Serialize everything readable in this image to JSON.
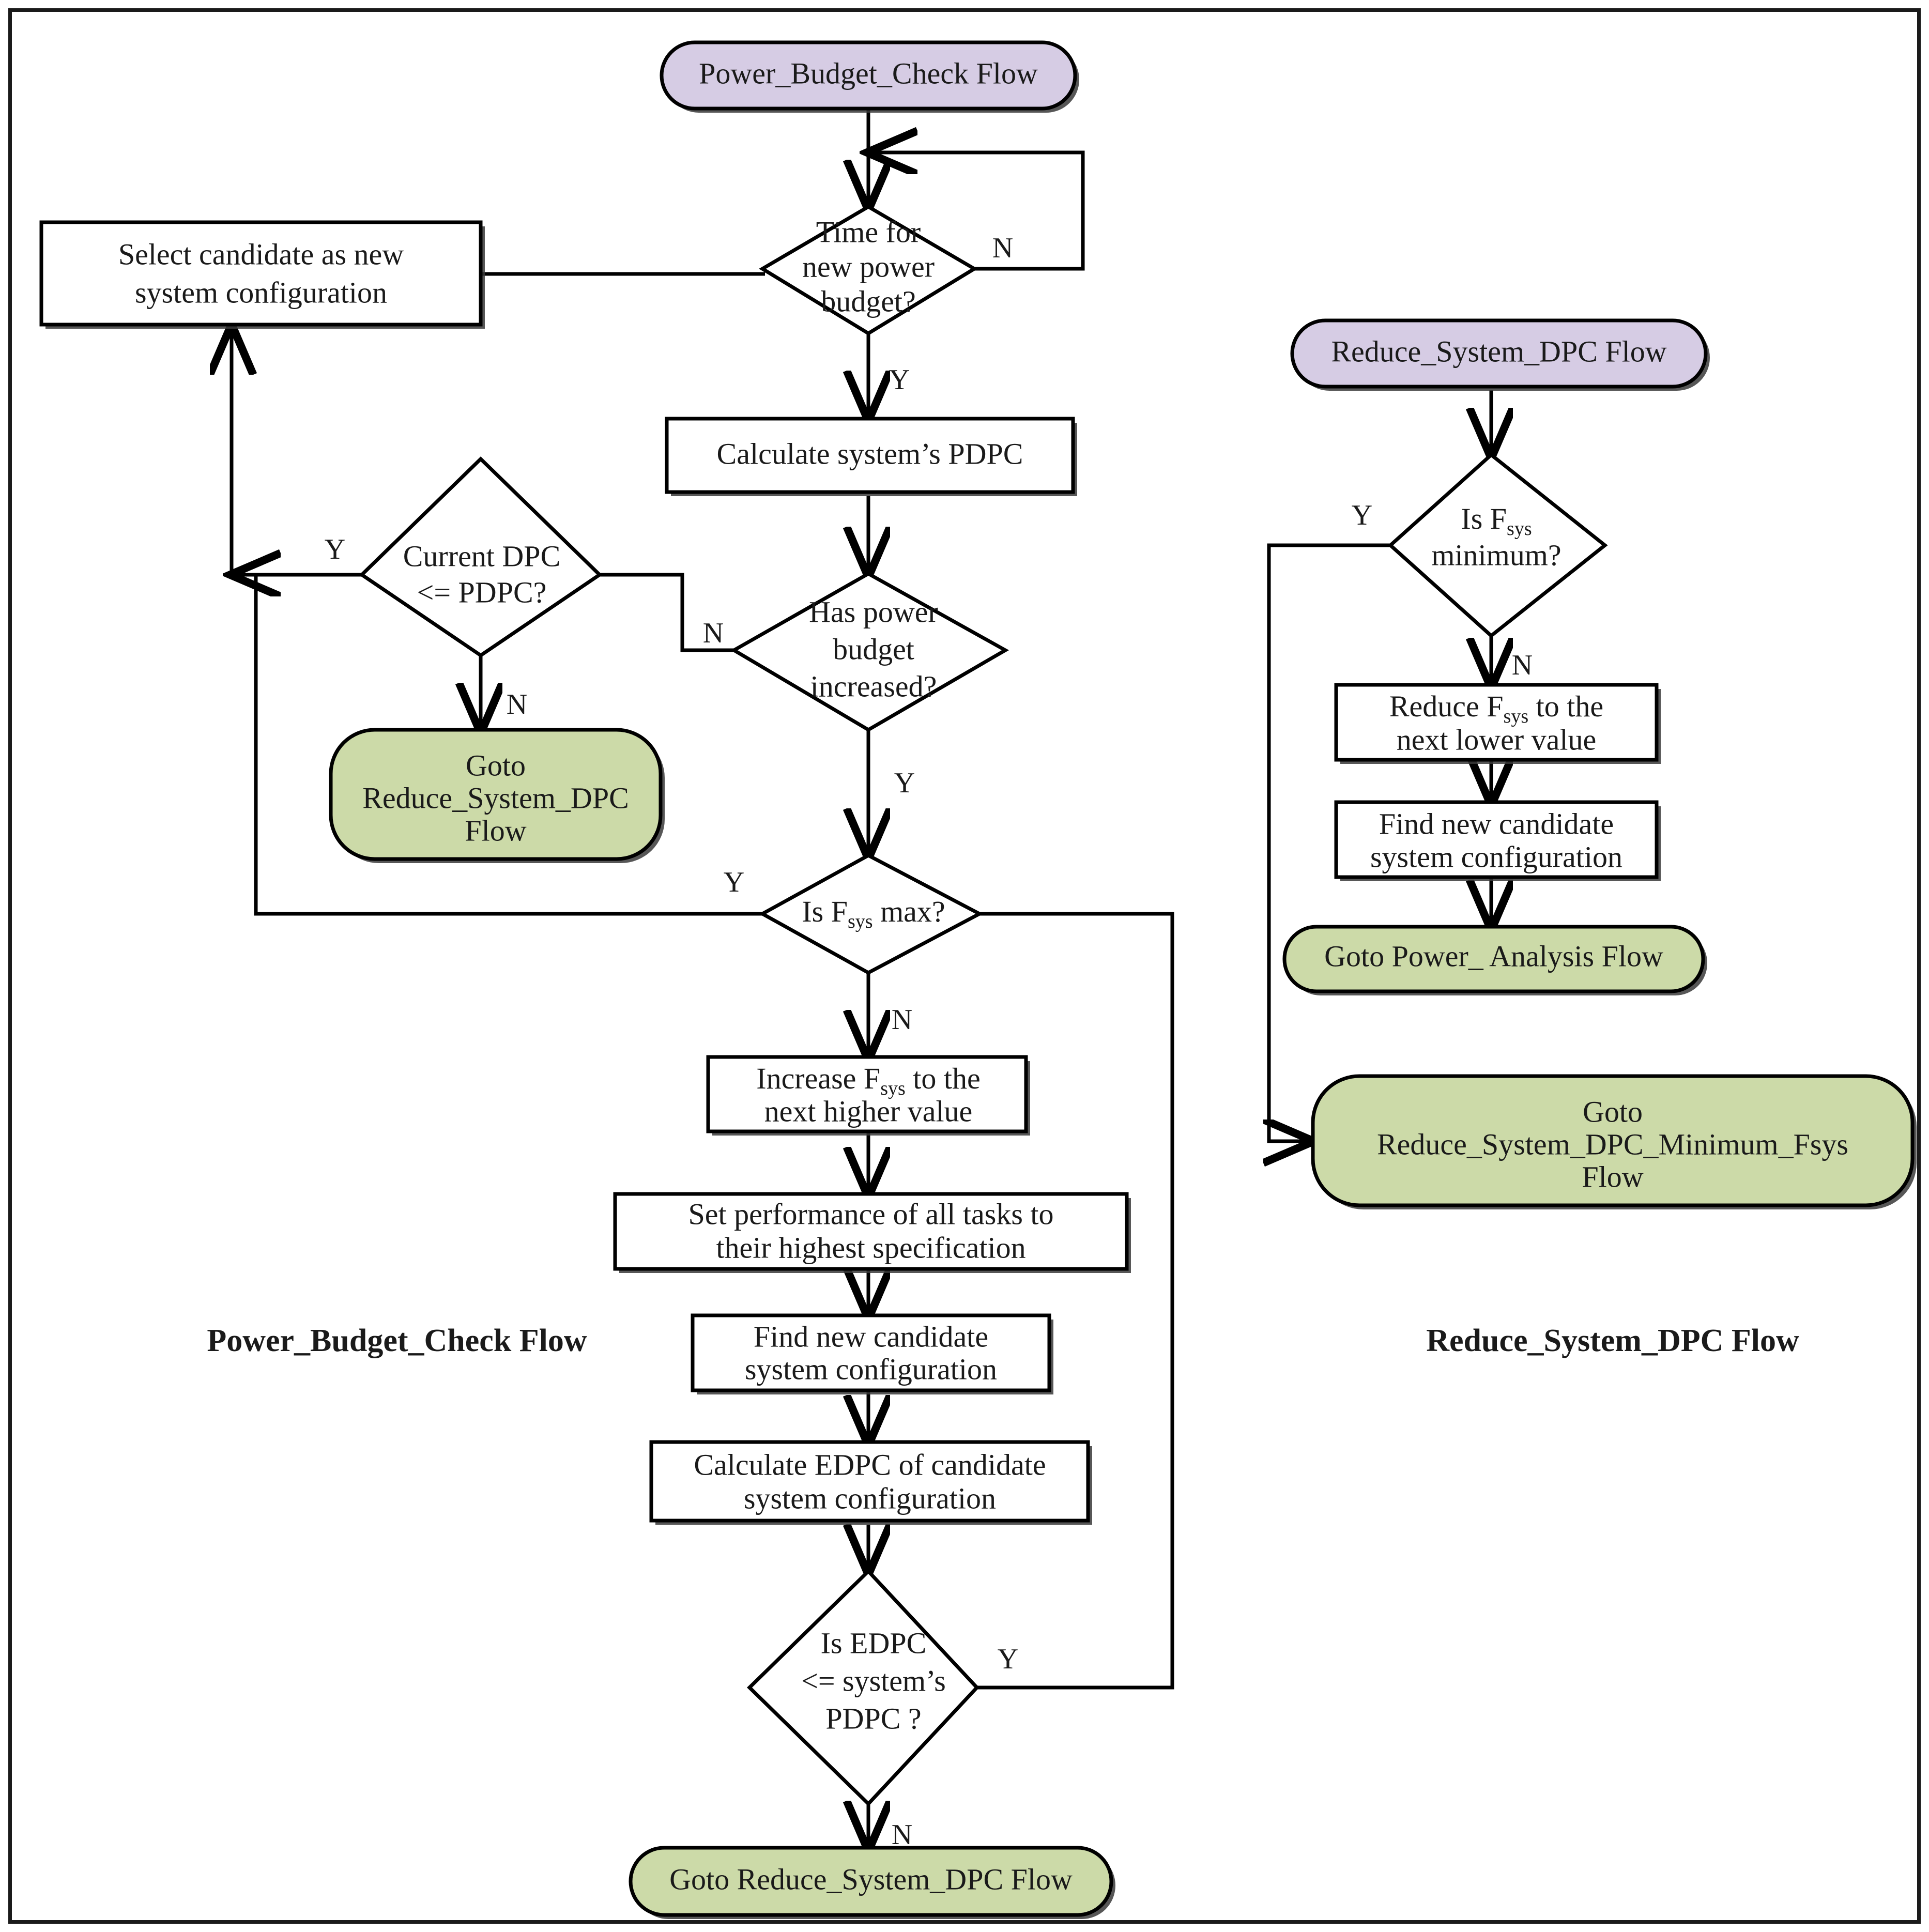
{
  "diagram": {
    "title": "Power budget check and system DPC reduction flowcharts",
    "colors": {
      "terminator_start": "#d6cce4",
      "terminator_goto": "#ccdaa8",
      "process_fill": "#ffffff",
      "stroke": "#000000",
      "background": "#ffffff"
    },
    "captions": [
      {
        "id": "caption-left",
        "text": "Power_Budget_Check Flow"
      },
      {
        "id": "caption-right",
        "text": "Reduce_System_DPC Flow"
      }
    ]
  },
  "left_flow": {
    "name": "Power_Budget_Check Flow",
    "nodes": {
      "start": {
        "type": "terminator",
        "text": "Power_Budget_Check Flow"
      },
      "time_check": {
        "type": "decision",
        "lines": [
          "Time for",
          "new power",
          "budget?"
        ]
      },
      "calc_pdpc": {
        "type": "process",
        "lines": [
          "Calculate system’s PDPC"
        ]
      },
      "budget_increased": {
        "type": "decision",
        "lines": [
          "Has power",
          "budget",
          "increased?"
        ]
      },
      "current_dpc": {
        "type": "decision",
        "lines": [
          "Current DPC",
          "<=  PDPC?"
        ]
      },
      "select_candidate": {
        "type": "process",
        "lines": [
          "Select candidate as new",
          "system configuration"
        ]
      },
      "goto_reduce_1": {
        "type": "terminator_goto",
        "lines": [
          "Goto",
          "Reduce_System_DPC",
          "Flow"
        ]
      },
      "fsys_max": {
        "type": "decision",
        "text_prefix": "Is F",
        "text_sub": "sys",
        "text_suffix": " max?"
      },
      "increase_fsys": {
        "type": "process",
        "line1_prefix": "Increase  F",
        "line1_sub": "sys",
        "line1_suffix": "  to the",
        "line2": "next higher value"
      },
      "set_perf": {
        "type": "process",
        "lines": [
          "Set performance of all tasks to",
          "their highest specification"
        ]
      },
      "find_candidate": {
        "type": "process",
        "lines": [
          "Find new candidate",
          "system configuration"
        ]
      },
      "calc_edpc": {
        "type": "process",
        "lines": [
          "Calculate EDPC of candidate",
          "system configuration"
        ]
      },
      "edpc_check": {
        "type": "decision",
        "lines": [
          "Is EDPC",
          "<= system’s",
          "PDPC ?"
        ]
      },
      "goto_reduce_2": {
        "type": "terminator_goto",
        "lines": [
          "Goto Reduce_System_DPC Flow"
        ]
      }
    },
    "edge_labels": {
      "time_check_no": "N",
      "time_check_yes": "Y",
      "budget_increased_no": "N",
      "budget_increased_yes": "Y",
      "current_dpc_yes": "Y",
      "current_dpc_no": "N",
      "fsys_max_yes": "Y",
      "fsys_max_no": "N",
      "edpc_yes": "Y",
      "edpc_no": "N"
    }
  },
  "right_flow": {
    "name": "Reduce_System_DPC Flow",
    "nodes": {
      "start": {
        "type": "terminator",
        "text": "Reduce_System_DPC Flow"
      },
      "fsys_min": {
        "type": "decision",
        "line1_prefix": "Is F",
        "line1_sub": "sys",
        "line2": "minimum?"
      },
      "reduce_fsys": {
        "type": "process",
        "line1_prefix": "Reduce  F",
        "line1_sub": "sys",
        "line1_suffix": "  to the",
        "line2": "next lower value"
      },
      "find_candidate": {
        "type": "process",
        "lines": [
          "Find new candidate",
          "system configuration"
        ]
      },
      "goto_power_analysis": {
        "type": "terminator_goto",
        "lines": [
          "Goto Power_ Analysis Flow"
        ]
      },
      "goto_min_fsys": {
        "type": "terminator_goto",
        "lines": [
          "Goto",
          "Reduce_System_DPC_Minimum_Fsys",
          "Flow"
        ]
      }
    },
    "edge_labels": {
      "fsys_min_yes": "Y",
      "fsys_min_no": "N"
    }
  }
}
